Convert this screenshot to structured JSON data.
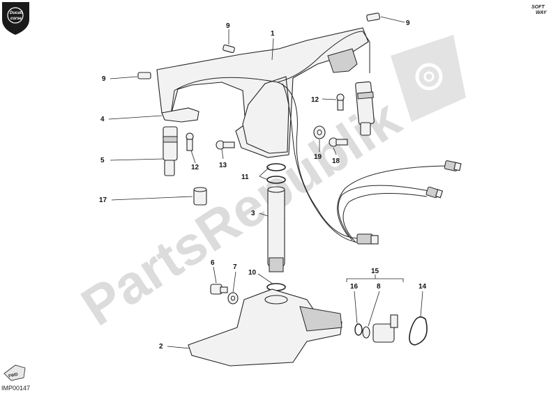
{
  "watermark": {
    "text": "PartsRepublik"
  },
  "brand": {
    "logo_top": "Ducati",
    "logo_bottom": "corse",
    "corner_logo_line1": "SOFT",
    "corner_logo_line2": "WAY"
  },
  "fwd_badge": "FWD",
  "drawing_code": "IMP00147",
  "callouts": [
    "1",
    "2",
    "3",
    "4",
    "5",
    "6",
    "7",
    "8",
    "9",
    "9",
    "9",
    "10",
    "11",
    "12",
    "12",
    "13",
    "14",
    "15",
    "16",
    "17",
    "18",
    "19"
  ]
}
